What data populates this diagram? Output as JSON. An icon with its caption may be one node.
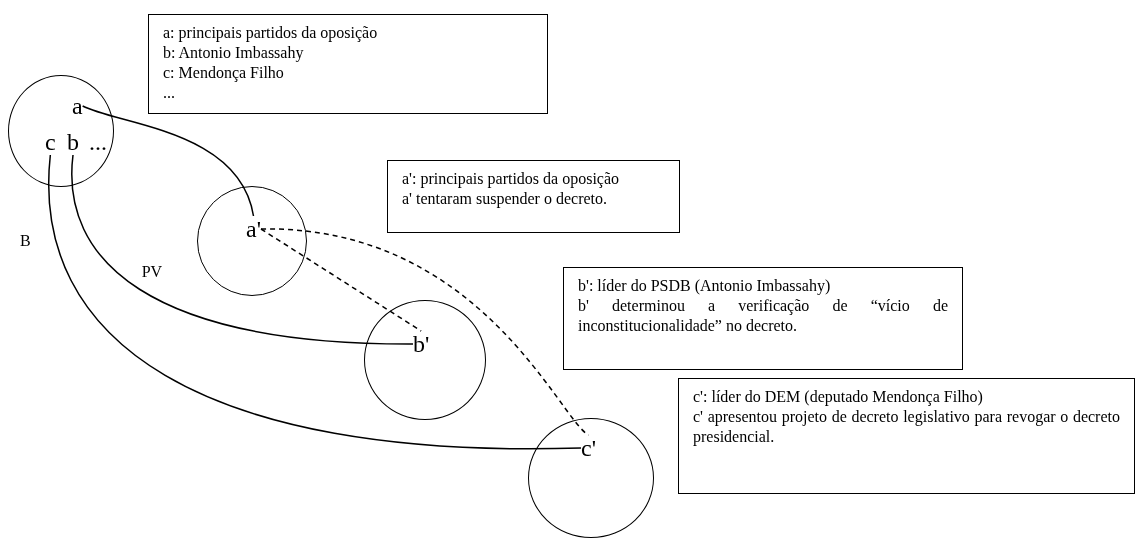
{
  "diagram": {
    "nodes": [
      {
        "text": [],
        "shape": "circle",
        "beside": [
          "B"
        ]
      },
      {
        "text": [
          "a"
        ],
        "in": 0
      },
      {
        "text": [
          "c"
        ],
        "in": 0
      },
      {
        "text": [
          "b"
        ],
        "in": 0
      },
      {
        "text": [
          "..."
        ],
        "in": 0
      },
      {
        "text": [
          "a: principais partidos da oposição",
          "b: Antonio Imbassahy",
          "c: Mendonça Filho",
          "..."
        ]
      },
      {
        "text": [],
        "shape": "circle"
      },
      {
        "text": [
          "a'"
        ],
        "in": 6
      },
      {
        "text": [
          "a': principais partidos da oposição",
          "a' tentaram suspender o decreto."
        ]
      },
      {
        "text": [],
        "shape": "circle"
      },
      {
        "text": [
          "b'"
        ],
        "in": 9
      },
      {
        "text": [
          "b': líder do PSDB (Antonio Imbassahy)",
          "b' determinou a verificação de “vício de inconstitucionalidade” no decreto."
        ]
      },
      {
        "text": [],
        "shape": "circle"
      },
      {
        "text": [
          "c'"
        ],
        "in": 12
      },
      {
        "text": [
          "c': líder do DEM (deputado Mendonça Filho)",
          "c' apresentou projeto de decreto legislativo para revogar o decreto presidencial."
        ]
      }
    ],
    "edges": [
      {
        "from": 1,
        "to": 7,
        "arrow": "none"
      },
      {
        "from": 3,
        "to": 10,
        "arrow": "none",
        "label": "PV"
      },
      {
        "from": 2,
        "to": 13,
        "arrow": "none"
      },
      {
        "from": 7,
        "to": 10,
        "arrow": "none",
        "style": "dashed"
      },
      {
        "from": 7,
        "to": 13,
        "arrow": "none",
        "style": "dashed"
      }
    ]
  }
}
